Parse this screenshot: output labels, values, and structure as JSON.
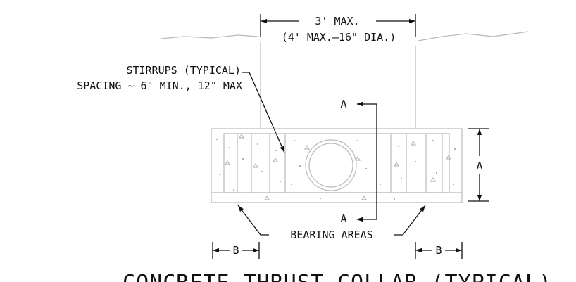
{
  "labels": {
    "top_dimension": "3' MAX.",
    "top_dimension_alt": "(4' MAX.—16\" DIA.)",
    "stirrups_line1": "STIRRUPS (TYPICAL)",
    "stirrups_line2": "SPACING ~ 6\" MIN., 12\" MAX",
    "section_top": "A",
    "section_bottom": "A",
    "height_dimension": "A",
    "bearing_areas": "BEARING AREAS",
    "width_left": "B",
    "width_right": "B",
    "title": "CONCRETE THRUST COLLAR (TYPICAL)"
  },
  "colors": {
    "linework": "#111111",
    "concrete_outline": "#b9b9b9",
    "background": "#ffffff"
  }
}
